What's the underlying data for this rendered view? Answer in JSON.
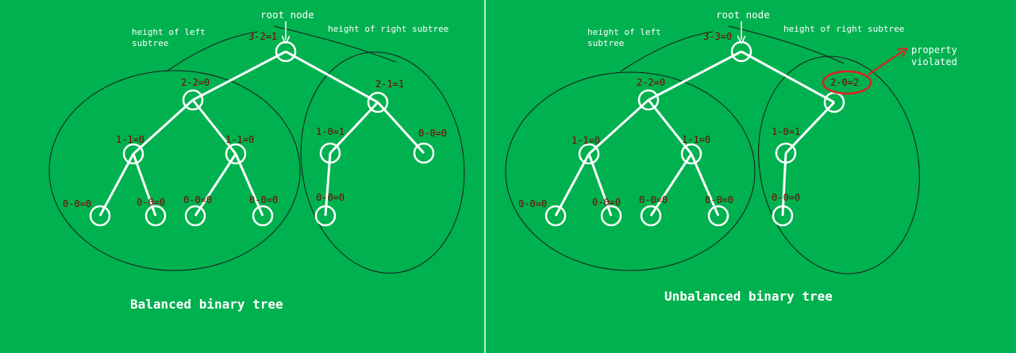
{
  "balanced": {
    "root_label": "root node",
    "left_note": [
      "height of left",
      "subtree"
    ],
    "right_note": "height of right subtree",
    "caption": "Balanced binary tree",
    "factors": {
      "root": "3-2=1",
      "l": "2-2=0",
      "r": "2-1=1",
      "ll": "1-1=0",
      "lr": "1-1=0",
      "rl": "1-0=1",
      "rr": "0-0=0",
      "lll": "0-0=0",
      "llr": "0-0=0",
      "lrl": "0-0=0",
      "lrr": "0-0=0",
      "rll": "0-0=0"
    }
  },
  "unbalanced": {
    "root_label": "root node",
    "left_note": [
      "height of left",
      "subtree"
    ],
    "right_note": "height of right subtree",
    "caption": "Unbalanced binary tree",
    "violation_note": [
      "property",
      "violated"
    ],
    "factors": {
      "root": "3-3=0",
      "l": "2-2=0",
      "r": "2-0=2",
      "ll": "1-1=0",
      "lr": "1-1=0",
      "rl": "1-0=1",
      "lll": "0-0=0",
      "llr": "0-0=0",
      "lrl": "0-0=0",
      "lrr": "0-0=0",
      "rll": "0-0=0"
    }
  },
  "colors": {
    "background": "#00b14f",
    "edges_nodes": "#ffffff",
    "balance_text": "#7a0000",
    "violation_mark": "#e02020"
  }
}
